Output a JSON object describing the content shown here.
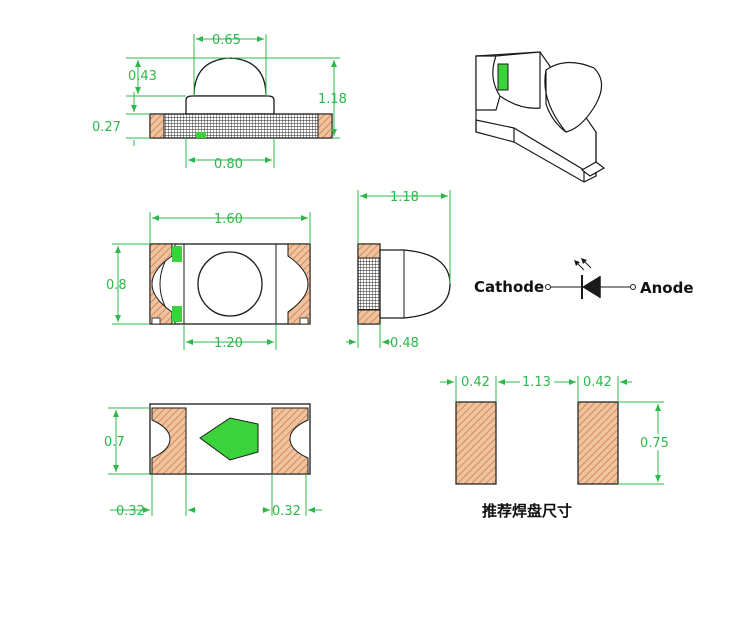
{
  "colors": {
    "outline": "#1a1a1a",
    "dimension": "#2db84a",
    "pad": "#e8b48c",
    "pad_hatch": "#c9602f",
    "chip_green": "#3cd23c",
    "background": "#ffffff"
  },
  "dimensions": {
    "lens_width": "0.65",
    "lens_height": "0.43",
    "total_height": "1.18",
    "base_height": "0.27",
    "lens_base_width": "0.80",
    "body_length": "1.60",
    "body_width": "0.8",
    "dome_diameter": "1.20",
    "side_total": "1.18",
    "side_base": "0.48",
    "bottom_width": "0.7",
    "pad_left": "0.32",
    "pad_right": "0.32",
    "land_left": "0.42",
    "land_gap": "1.13",
    "land_right": "0.42",
    "land_height": "0.75"
  },
  "labels": {
    "cathode": "Cathode",
    "anode": "Anode",
    "footprint_caption": "推荐焊盘尺寸"
  },
  "icons": {
    "diode": "led-diode-symbol",
    "iso": "isometric-led-view"
  }
}
